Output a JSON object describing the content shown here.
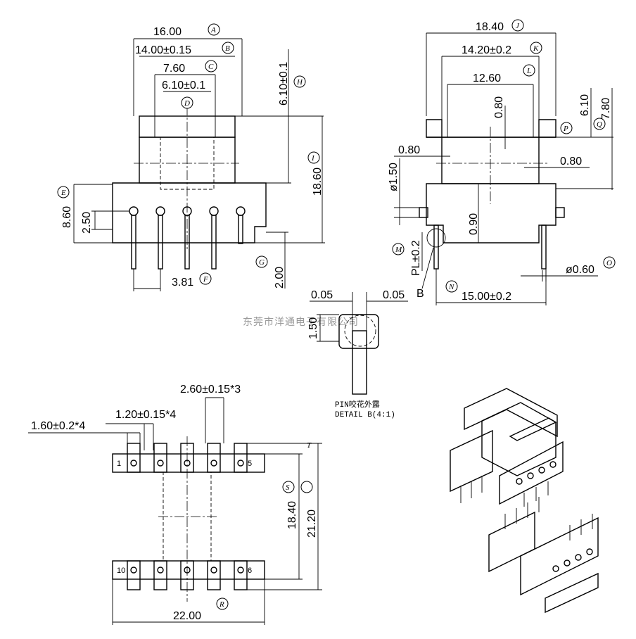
{
  "watermark": "东莞市洋通电子有限公司",
  "detail": {
    "title": "PIN咬花外露",
    "subtitle": "DETAIL B(4:1)"
  },
  "front_view": {
    "dims": {
      "d16": "16.00",
      "d14": "14.00±0.15",
      "d760": "7.60",
      "d610": "6.10±0.1",
      "d610v": "6.10±0.1",
      "d1860": "18.60",
      "d860": "8.60",
      "d250": "2.50",
      "d381": "3.81",
      "d200": "2.00"
    },
    "labels": {
      "A": "A",
      "B": "B",
      "C": "C",
      "D": "D",
      "E": "E",
      "F": "F",
      "G": "G",
      "H": "H",
      "I": "I"
    }
  },
  "side_view": {
    "dims": {
      "d1840": "18.40",
      "d1420": "14.20±0.2",
      "d1260": "12.60",
      "d080a": "0.80",
      "d610": "6.10",
      "d780": "7.80",
      "d080b": "0.80",
      "d080c": "0.80",
      "d150": "ø1.50",
      "d090": "0.90",
      "dpl": "PL±0.2",
      "d1500": "15.00±0.2",
      "d060": "ø0.60"
    },
    "labels": {
      "J": "J",
      "K": "K",
      "L": "L",
      "M": "M",
      "N": "N",
      "O": "O",
      "P": "P",
      "Q": "Q",
      "B": "B"
    }
  },
  "detail_dims": {
    "w1": "0.05",
    "w2": "0.05",
    "h": "1.50"
  },
  "bottom_view": {
    "dims": {
      "d260": "2.60±0.15*3",
      "d120": "1.20±0.15*4",
      "d160": "1.60±0.2*4",
      "d1840": "18.40",
      "d2120": "21.20",
      "d2200": "22.00"
    },
    "labels": {
      "S": "S",
      "R": "R",
      "T": "T"
    },
    "pins": {
      "p1": "1",
      "p5": "5",
      "p6": "6",
      "p10": "10"
    }
  }
}
